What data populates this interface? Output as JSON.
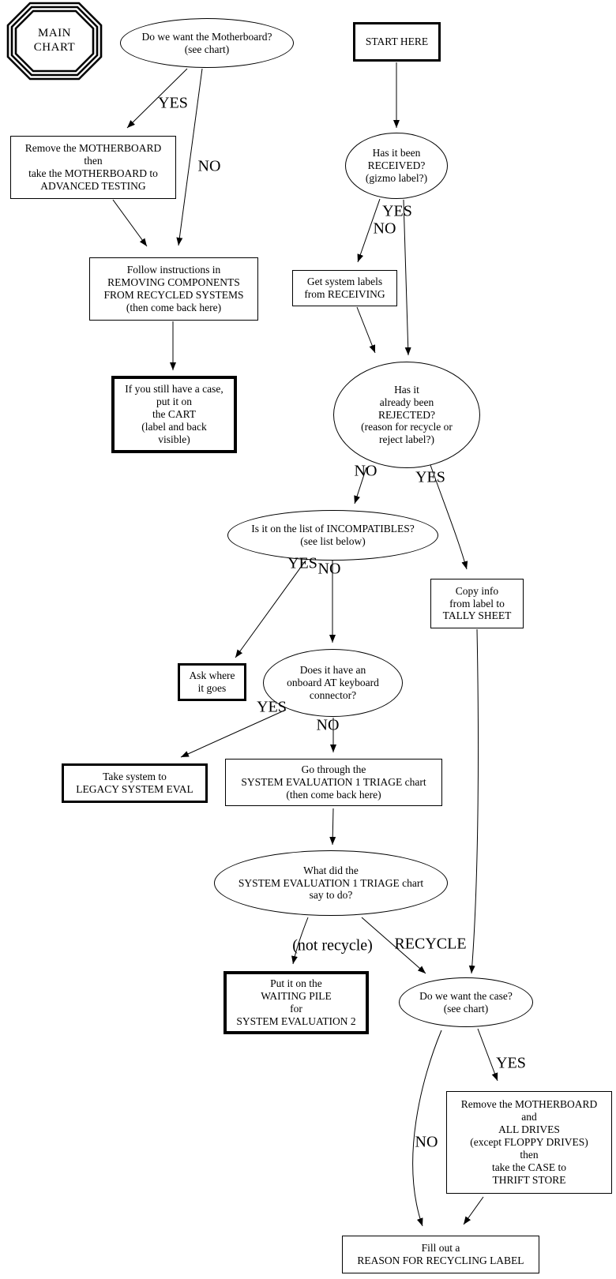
{
  "diagram": {
    "background_color": "#ffffff",
    "line_color": "#000000",
    "octagon": {
      "label": "MAIN\nCHART"
    },
    "nodes": {
      "want_motherboard": "Do we want the Motherboard?\n(see chart)",
      "start_here": "START HERE",
      "received": "Has it been\nRECEIVED?\n(gizmo label?)",
      "remove_motherboard": "Remove the MOTHERBOARD\nthen\ntake the MOTHERBOARD to\nADVANCED TESTING",
      "get_labels": "Get system labels\nfrom RECEIVING",
      "follow_instructions": "Follow instructions in\nREMOVING COMPONENTS\nFROM RECYCLED SYSTEMS\n(then come back here)",
      "rejected": "Has it\nalready been\nREJECTED?\n(reason for recycle or\nreject label?)",
      "cart": "If you still have a case,\nput it on\nthe CART\n(label and back\nvisible)",
      "incompatibles": "Is it on the list of INCOMPATIBLES?\n(see list below)",
      "copy_info": "Copy info\nfrom label to\nTALLY SHEET",
      "ask_where": "Ask where\nit goes",
      "at_keyboard": "Does it have an\nonboard AT keyboard\nconnector?",
      "legacy_eval": "Take system to\nLEGACY SYSTEM EVAL",
      "triage": "Go through the\nSYSTEM EVALUATION 1 TRIAGE chart\n(then come back here)",
      "what_did": "What did the\nSYSTEM EVALUATION 1 TRIAGE chart\nsay to do?",
      "waiting_pile": "Put it on the\nWAITING PILE\nfor\nSYSTEM EVALUATION 2",
      "want_case": "Do we want the case?\n(see chart)",
      "remove_all": "Remove the MOTHERBOARD\nand\nALL DRIVES\n(except FLOPPY DRIVES)\nthen\ntake the CASE to\nTHRIFT STORE",
      "fill_out": "Fill out a\nREASON FOR RECYCLING LABEL"
    },
    "edge_labels": {
      "yes_motherboard": "YES",
      "no_motherboard": "NO",
      "yes_received": "YES",
      "no_received": "NO",
      "no_rejected": "NO",
      "yes_rejected": "YES",
      "yes_incompatibles": "YES",
      "no_incompatibles": "NO",
      "yes_at": "YES",
      "no_at": "NO",
      "not_recycle": "(not recycle)",
      "recycle": "RECYCLE",
      "yes_case": "YES",
      "no_case": "NO"
    }
  }
}
